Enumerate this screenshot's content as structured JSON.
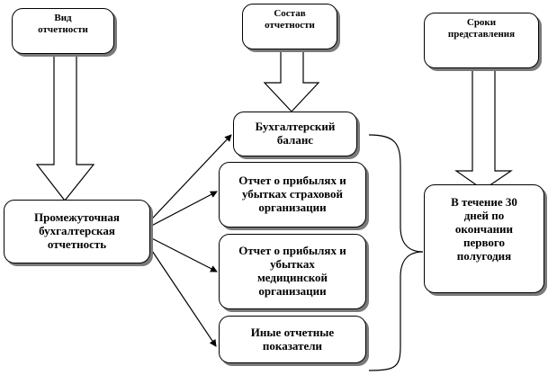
{
  "header": {
    "type_label": "Вид\nотчетности",
    "composition_label": "Состав\nотчетности",
    "deadline_label": "Сроки\nпредставления"
  },
  "source": {
    "label": "Промежуточная\nбухгалтерская\nотчетность"
  },
  "components": [
    {
      "label": "Бухгалтерский\nбаланс"
    },
    {
      "label": "Отчет о прибылях и\nубытках  страховой\nорганизации"
    },
    {
      "label": "Отчет о прибылях и\nубытках\nмедицинской\nорганизации"
    },
    {
      "label": "Иные отчетные\nпоказатели"
    }
  ],
  "deadline": {
    "label": "В течение 30\nдней по\nокончании\nпервого\nполугодия"
  }
}
